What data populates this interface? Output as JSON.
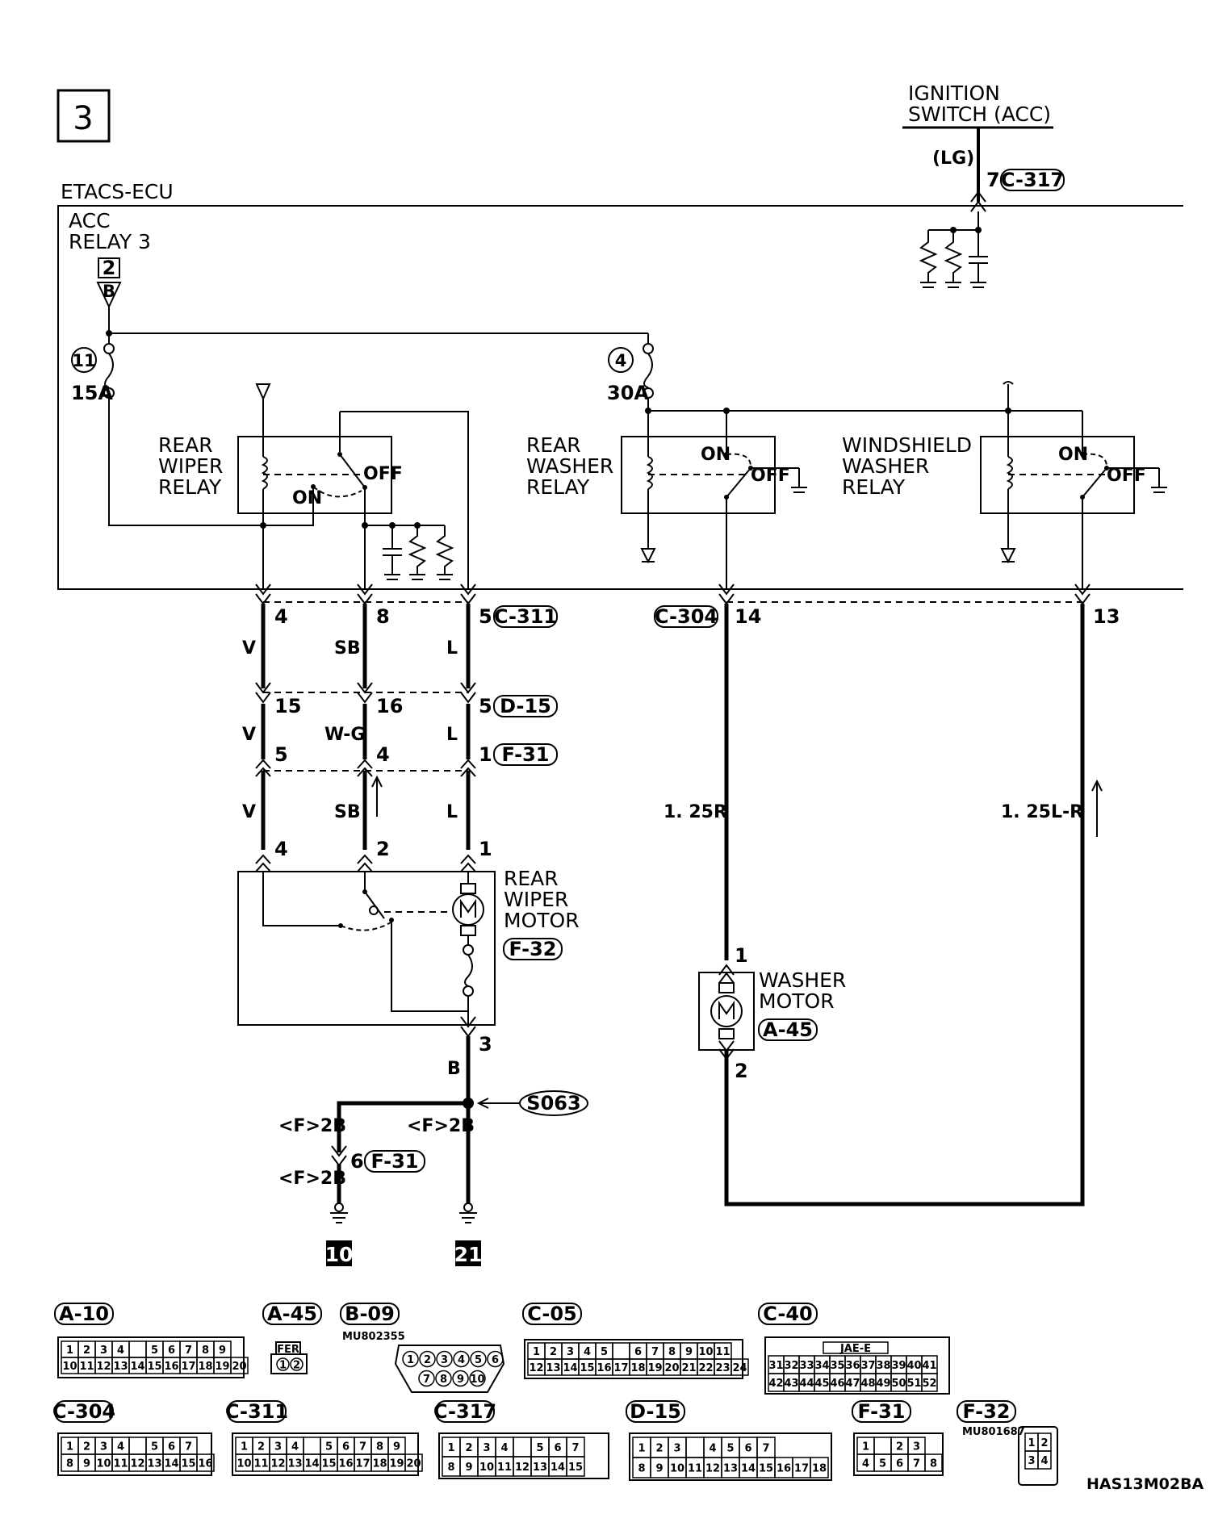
{
  "page_number": "3",
  "diagram_code": "HAS13M02BA",
  "ignition_switch": {
    "line1": "IGNITION",
    "line2": "SWITCH (ACC)",
    "wire": "(LG)",
    "pin": "7",
    "connector": "C-317"
  },
  "ecu": {
    "title": "ETACS-ECU",
    "acc_relay_line1": "ACC",
    "acc_relay_line2": "RELAY 3",
    "acc_box_num": "2",
    "acc_triangle": "B"
  },
  "fuses": [
    {
      "num": "11",
      "rating": "15A"
    },
    {
      "num": "4",
      "rating": "30A"
    }
  ],
  "relays": {
    "rear_wiper": {
      "line1": "REAR",
      "line2": "WIPER",
      "line3": "RELAY",
      "on": "ON",
      "off": "OFF"
    },
    "rear_washer": {
      "line1": "REAR",
      "line2": "WASHER",
      "line3": "RELAY",
      "on": "ON",
      "off": "OFF"
    },
    "windshield_washer": {
      "line1": "WINDSHIELD",
      "line2": "WASHER",
      "line3": "RELAY",
      "on": "ON",
      "off": "OFF"
    }
  },
  "ecu_pins": {
    "c311": {
      "p1": "4",
      "p2": "8",
      "p3": "5",
      "connector": "C-311"
    },
    "c304": {
      "connector": "C-304",
      "p1": "14",
      "p2": "13"
    }
  },
  "wires_seg1": {
    "w1": "V",
    "w2": "SB",
    "w3": "L"
  },
  "d15": {
    "p1": "15",
    "p2": "16",
    "p3": "5",
    "connector": "D-15"
  },
  "wires_seg2": {
    "w1": "V",
    "w2": "W-G",
    "w3": "L"
  },
  "f31": {
    "p1": "5",
    "p2": "4",
    "p3": "1",
    "connector": "F-31"
  },
  "wires_seg3": {
    "w1": "V",
    "w2": "SB",
    "w3": "L"
  },
  "motor_pins": {
    "p1": "4",
    "p2": "2",
    "p3": "1",
    "p_ground": "3"
  },
  "rear_wiper_motor": {
    "line1": "REAR",
    "line2": "WIPER",
    "line3": "MOTOR",
    "connector": "F-32"
  },
  "washer_wires": {
    "w1": "1. 25R",
    "w2": "1. 25L-R"
  },
  "washer_motor": {
    "line1": "WASHER",
    "line2": "MOTOR",
    "connector": "A-45",
    "pin1": "1",
    "pin2": "2"
  },
  "ground_section": {
    "wire_b": "B",
    "splice": "S063",
    "w_left1": "<F>2B",
    "w_right": "<F>2B",
    "w_left2": "<F>2B",
    "pin": "6",
    "connector": "F-31",
    "ground1": "10",
    "ground2": "21"
  },
  "connector_legend": {
    "row1": [
      "A-10",
      "A-45",
      "B-09",
      "C-05",
      "C-40"
    ],
    "row2": [
      "C-304",
      "C-311",
      "C-317",
      "D-15",
      "F-31",
      "F-32"
    ],
    "b09_part": "MU802355",
    "f32_part": "MU801687",
    "c40_label": "JAE-E",
    "a45_label": "FER",
    "grids": {
      "a10": [
        [
          "1",
          "2",
          "3",
          "4",
          "",
          "5",
          "6",
          "7",
          "8",
          "9"
        ],
        [
          "10",
          "11",
          "12",
          "13",
          "14",
          "15",
          "16",
          "17",
          "18",
          "19",
          "20"
        ]
      ],
      "a45": [
        [
          "1",
          "2"
        ]
      ],
      "b09": [
        [
          "1",
          "2",
          "3",
          "4",
          "5",
          "6"
        ],
        [
          "7",
          "8",
          "9",
          "10"
        ]
      ],
      "c05": [
        [
          "1",
          "2",
          "3",
          "4",
          "5",
          "",
          "6",
          "7",
          "8",
          "9",
          "10",
          "11"
        ],
        [
          "12",
          "13",
          "14",
          "15",
          "16",
          "17",
          "18",
          "19",
          "20",
          "21",
          "22",
          "23",
          "24"
        ]
      ],
      "c40": [
        [
          "31",
          "32",
          "33",
          "34",
          "35",
          "36",
          "37",
          "38",
          "39",
          "40",
          "41"
        ],
        [
          "42",
          "43",
          "44",
          "45",
          "46",
          "47",
          "48",
          "49",
          "50",
          "51",
          "52"
        ]
      ],
      "c304": [
        [
          "1",
          "2",
          "3",
          "4",
          "",
          "5",
          "6",
          "7"
        ],
        [
          "8",
          "9",
          "10",
          "11",
          "12",
          "13",
          "14",
          "15",
          "16"
        ]
      ],
      "c311": [
        [
          "1",
          "2",
          "3",
          "4",
          "",
          "5",
          "6",
          "7",
          "8",
          "9"
        ],
        [
          "10",
          "11",
          "12",
          "13",
          "14",
          "15",
          "16",
          "17",
          "18",
          "19",
          "20"
        ]
      ],
      "c317": [
        [
          "1",
          "2",
          "3",
          "4",
          "",
          "5",
          "6",
          "7"
        ],
        [
          "8",
          "9",
          "10",
          "11",
          "12",
          "13",
          "14",
          "15"
        ]
      ],
      "d15": [
        [
          "1",
          "2",
          "3",
          "",
          "4",
          "5",
          "6",
          "7"
        ],
        [
          "8",
          "9",
          "10",
          "11",
          "12",
          "13",
          "14",
          "15",
          "16",
          "17",
          "18"
        ]
      ],
      "f31": [
        [
          "1",
          "",
          "2",
          "3"
        ],
        [
          "4",
          "5",
          "6",
          "7",
          "8"
        ]
      ],
      "f32": [
        [
          "1",
          "2"
        ],
        [
          "3",
          "4"
        ]
      ]
    }
  }
}
